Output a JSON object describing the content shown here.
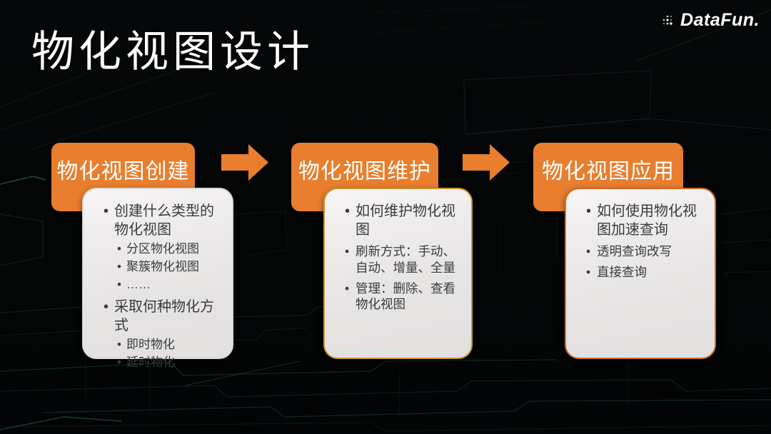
{
  "slide": {
    "title": "物化视图设计",
    "logo": {
      "text": "DataFun."
    }
  },
  "colors": {
    "accent_orange": "#E87E2E",
    "background": "#050708",
    "panel_gray": "#EAE8E7",
    "text_dark": "#3B3B3B",
    "text_white": "#FFFFFF",
    "circuit_teal": "#16342D"
  },
  "flow": {
    "columns": [
      {
        "header": "物化视图创建",
        "items": [
          {
            "level": 1,
            "text": "创建什么类型的物化视图"
          },
          {
            "level": 2,
            "text": "分区物化视图"
          },
          {
            "level": 2,
            "text": "聚簇物化视图"
          },
          {
            "level": 2,
            "text": "……"
          },
          {
            "level": 1,
            "text": "采取何种物化方式"
          },
          {
            "level": 2,
            "text": "即时物化"
          },
          {
            "level": 2,
            "text": "延时物化"
          }
        ]
      },
      {
        "header": "物化视图维护",
        "items": [
          {
            "level": 1,
            "text": "如何维护物化视图"
          },
          {
            "level": 1,
            "text": "刷新方式：手动、自动、增量、全量"
          },
          {
            "level": 1,
            "text": "管理：删除、查看物化视图"
          }
        ]
      },
      {
        "header": "物化视图应用",
        "items": [
          {
            "level": 1,
            "text": "如何使用物化视图加速查询"
          },
          {
            "level": 1,
            "text": "透明查询改写"
          },
          {
            "level": 1,
            "text": "直接查询"
          }
        ]
      }
    ]
  }
}
